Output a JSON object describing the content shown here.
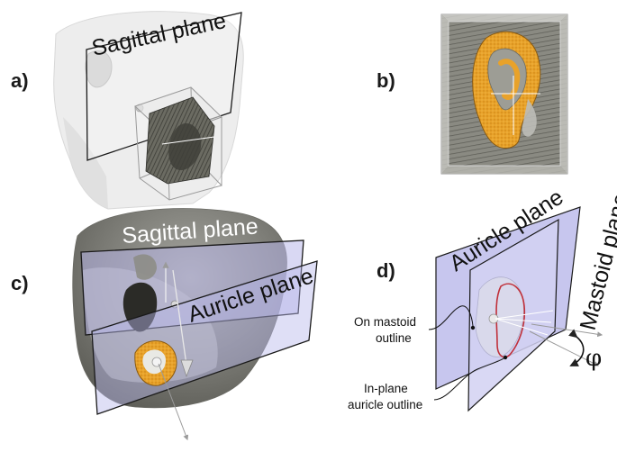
{
  "panels": {
    "a": {
      "letter": "a)",
      "sagittal_label": "Sagittal plane"
    },
    "b": {
      "letter": "b)"
    },
    "c": {
      "letter": "c)",
      "sagittal_label": "Sagittal plane",
      "auricle_label": "Auricle plane"
    },
    "d": {
      "letter": "d)",
      "auricle_label": "Auricle plane",
      "mastoid_label": "Mastoid plane",
      "on_mastoid_line1": "On mastoid",
      "on_mastoid_line2": "outline",
      "inplane_line1": "In-plane",
      "inplane_line2": "auricle outline",
      "angle_symbol": "φ"
    }
  },
  "colors": {
    "plane_blue": "#b9b8ea",
    "plane_edge": "#1a1a1a",
    "ear_orange": "#e8a22a",
    "head_gray": "#8f8f8a",
    "head_light": "#e6e6e6",
    "surface_dark": "#4a4a44",
    "outline_red": "#c0303a"
  }
}
